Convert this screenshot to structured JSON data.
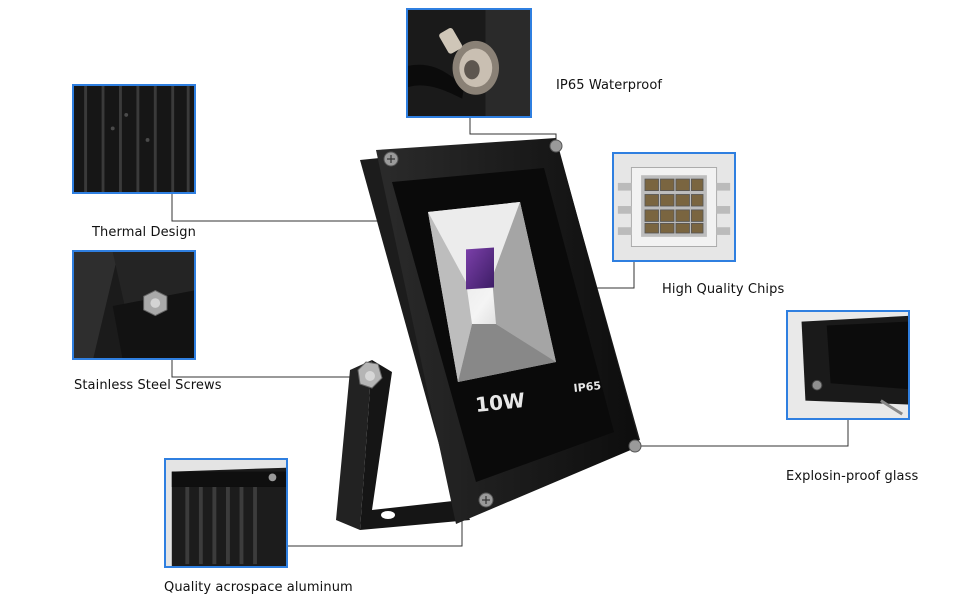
{
  "callouts": {
    "waterproof": "IP65 Waterproof",
    "thermal": "Thermal Design",
    "chips": "High Quality Chips",
    "screws": "Stainless Steel Screws",
    "glass": "Explosin-proof glass",
    "aluminum": "Quality acrospace aluminum"
  },
  "product": {
    "wattage": "10W",
    "rating": "IP65"
  },
  "colors": {
    "inset_border": "#2f7fe0",
    "housing": "#151515",
    "leader_line": "#333333"
  }
}
